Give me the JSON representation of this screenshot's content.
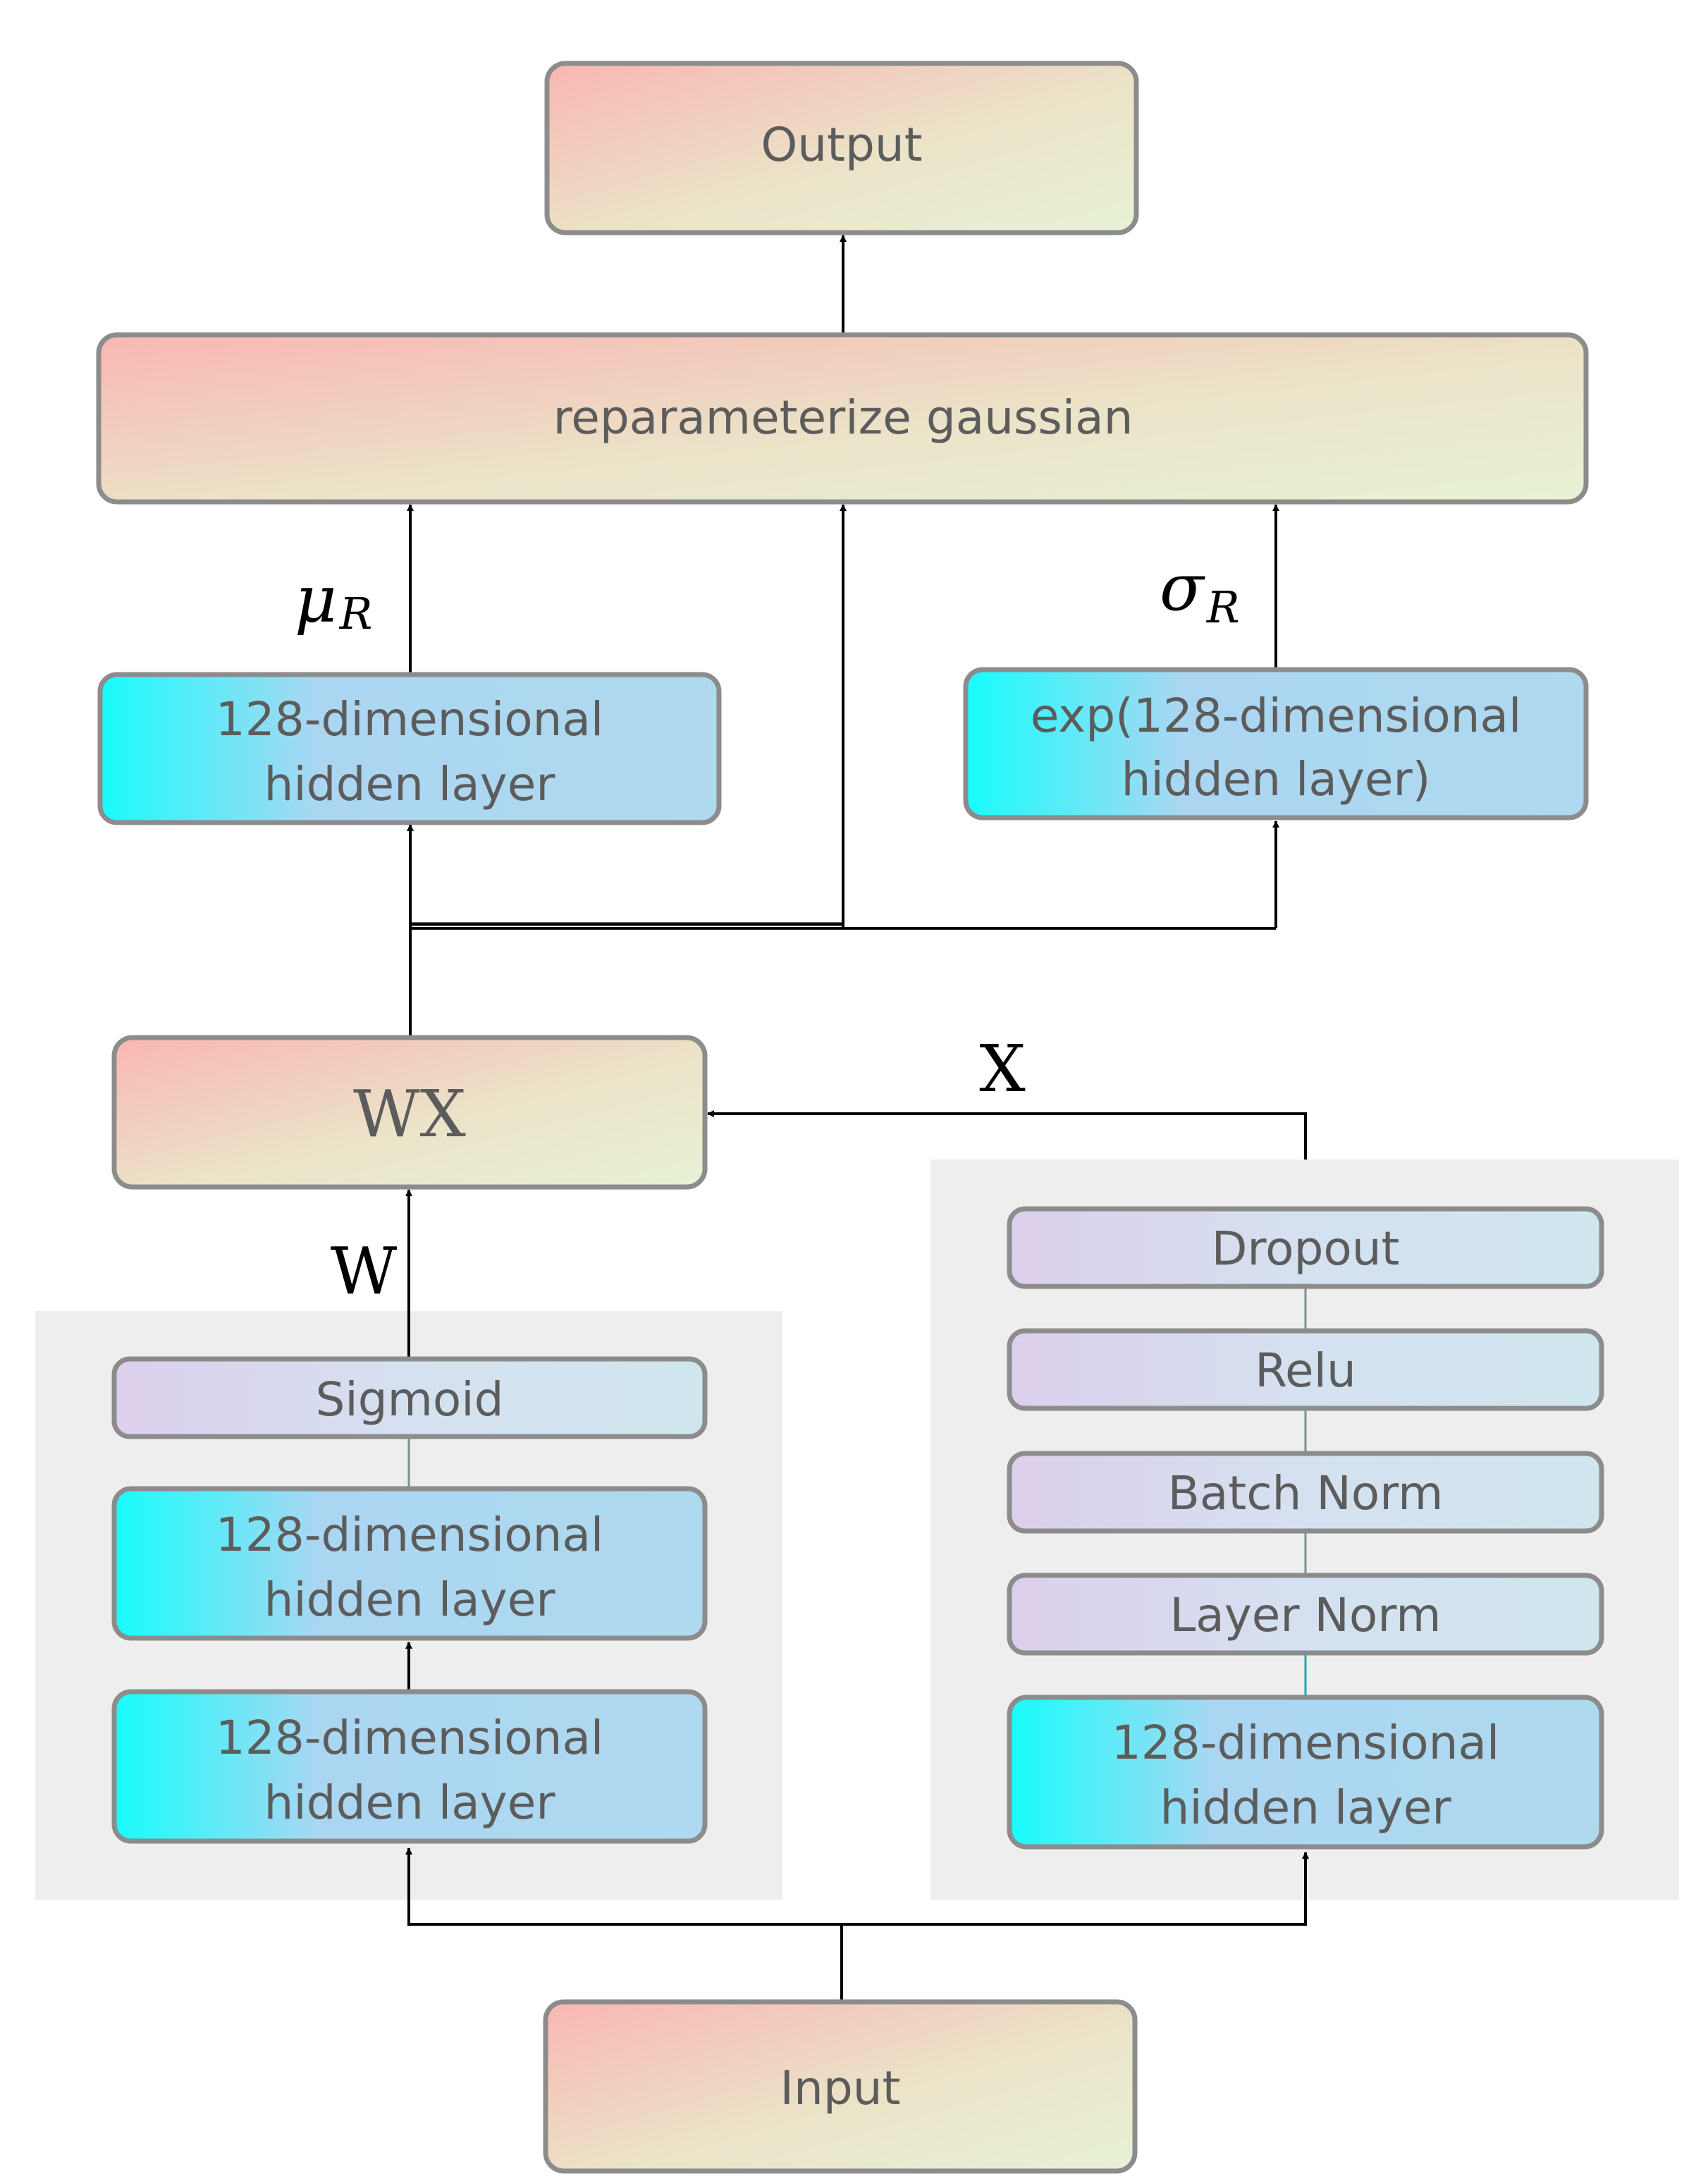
{
  "nodes": {
    "output": "Output",
    "reparam": "reparameterize gaussian",
    "mu_hidden": [
      "128-dimensional",
      "hidden layer"
    ],
    "sigma_hidden": [
      "exp(128-dimensional",
      "hidden layer)"
    ],
    "wx": "WX",
    "w_branch": {
      "sigmoid": "Sigmoid",
      "hidden_upper": [
        "128-dimensional",
        "hidden layer"
      ],
      "hidden_lower": [
        "128-dimensional",
        "hidden layer"
      ]
    },
    "x_branch": {
      "dropout": "Dropout",
      "relu": "Relu",
      "batch_norm": "Batch Norm",
      "layer_norm": "Layer Norm",
      "hidden": [
        "128-dimensional",
        "hidden layer"
      ]
    },
    "input": "Input"
  },
  "edge_labels": {
    "mu": "μ",
    "mu_sub": "R",
    "sigma": "σ",
    "sigma_sub": "R",
    "w": "W",
    "x": "X"
  },
  "colors": {
    "peach_gradient": [
      "#f9b6b3",
      "#ebe3c8",
      "#e8f2d6"
    ],
    "cyan_gradient": [
      "#18fcfc",
      "#abd6f2",
      "#aed9ef"
    ],
    "lavender_gradient": [
      "#dccfed",
      "#d5e1f0",
      "#cfe6ee"
    ],
    "box_border": "#8c8c8c",
    "panel_bg": "#eeeeee",
    "text": "#5c5c5c",
    "arrow": "#000000"
  }
}
